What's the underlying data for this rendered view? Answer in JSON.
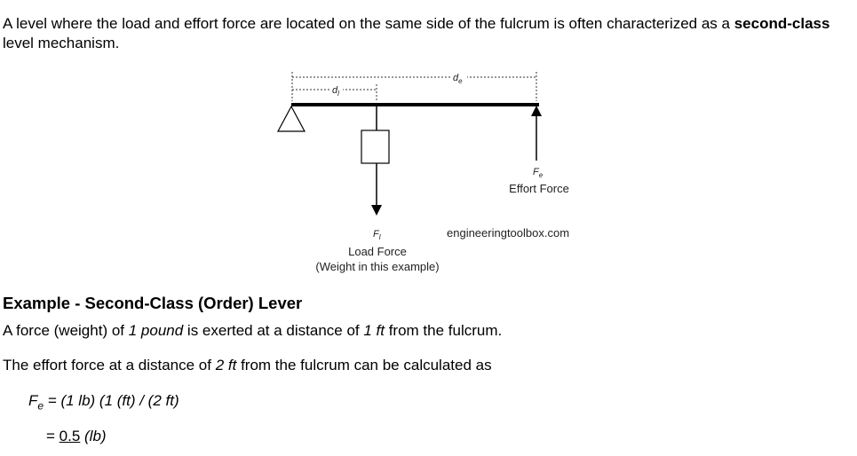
{
  "intro": {
    "text_before": "A level where the load and effort force are located on the same side of the fulcrum is often characterized as a ",
    "bold": "second-class",
    "text_after": " level mechanism."
  },
  "diagram": {
    "de_label": "d",
    "de_sub": "e",
    "dl_label": "d",
    "dl_sub": "l",
    "fe_label": "F",
    "fe_sub": "e",
    "effort_label": "Effort Force",
    "fl_label": "F",
    "fl_sub": "l",
    "load_label": "Load Force",
    "load_note": "(Weight in this example)",
    "watermark": "engineeringtoolbox.com"
  },
  "example": {
    "heading": "Example - Second-Class (Order) Lever",
    "p1_a": "A force (weight) of ",
    "p1_b": "1 pound",
    "p1_c": " is exerted at a distance of ",
    "p1_d": "1 ft",
    "p1_e": " from the fulcrum.",
    "p2_a": "The effort force at a distance of ",
    "p2_b": "2 ft",
    "p2_c": " from the fulcrum can be calculated as",
    "f1_var": "F",
    "f1_sub": "e",
    "f1_rest": " = (1 lb) (1 (ft) / (2 ft)",
    "f2_eq": "= ",
    "f2_val": "0.5",
    "f2_unit": " (lb)"
  }
}
